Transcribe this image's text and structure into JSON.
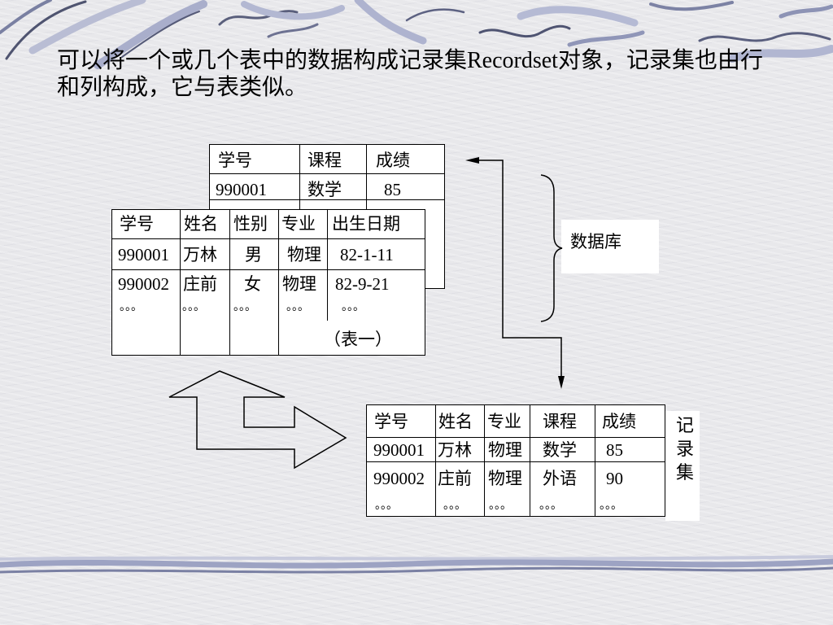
{
  "slide": {
    "text_line1": "可以将一个或几个表中的数据构成记录集Recordset对象，记录集也由行",
    "text_line2": "和列构成，它与表类似。"
  },
  "score_table": {
    "headers": [
      "学号",
      "课程",
      "成绩"
    ],
    "rows": [
      [
        "990001",
        "数学",
        "85"
      ]
    ]
  },
  "student_table": {
    "headers": [
      "学号",
      "姓名",
      "性别",
      "专业",
      "出生日期"
    ],
    "rows": [
      [
        "990001",
        "万林",
        "男",
        "物理",
        "82-1-11"
      ],
      [
        "990002",
        "庄前",
        "女",
        "物理",
        "82-9-21"
      ]
    ],
    "continuation": [
      "。。。",
      "。。。",
      "。。。",
      "。。。",
      "。。。"
    ],
    "caption": "（表一）"
  },
  "database_label": "数据库",
  "recordset_table": {
    "headers": [
      "学号",
      "姓名",
      "专业",
      "课程",
      "成绩"
    ],
    "rows": [
      [
        "990001",
        "万林",
        "物理",
        "数学",
        "85"
      ],
      [
        "990002",
        "庄前",
        "物理",
        "外语",
        "90"
      ]
    ],
    "continuation": [
      "。。。",
      "。。。",
      "。。。",
      "。。。",
      "。。。"
    ]
  },
  "recordset_label": "记录集"
}
